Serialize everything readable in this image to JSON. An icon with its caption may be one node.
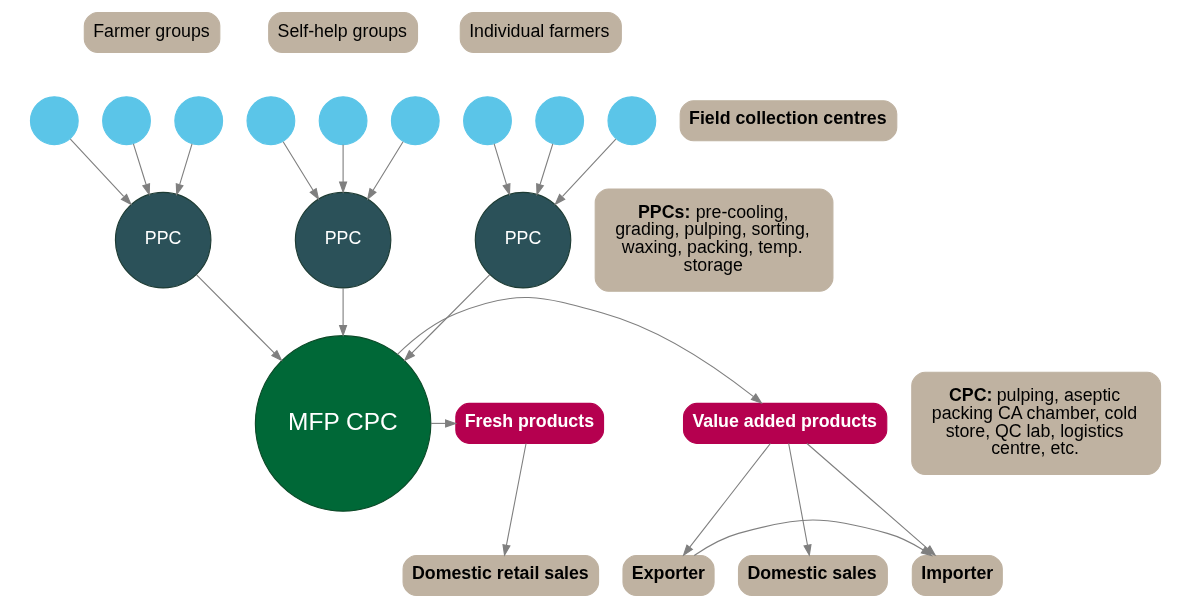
{
  "diagram": {
    "nodes": [
      {
        "text": [
          "Farmer groups"
        ]
      },
      {
        "text": [
          "Self-help groups"
        ]
      },
      {
        "text": [
          "Individual farmers"
        ]
      },
      {
        "text": [],
        "shape": "circle"
      },
      {
        "text": [],
        "shape": "circle"
      },
      {
        "text": [],
        "shape": "circle"
      },
      {
        "text": [],
        "shape": "circle"
      },
      {
        "text": [],
        "shape": "circle"
      },
      {
        "text": [],
        "shape": "circle"
      },
      {
        "text": [],
        "shape": "circle"
      },
      {
        "text": [],
        "shape": "circle"
      },
      {
        "text": [],
        "shape": "circle"
      },
      {
        "text": [
          "Field collection centres"
        ]
      },
      {
        "text": [
          "PPC"
        ]
      },
      {
        "text": [
          "PPC"
        ]
      },
      {
        "text": [
          "PPC"
        ]
      },
      {
        "text": [
          "**PPCs:** pre-cooling, grading, pulping, sorting, waxing, packing, temp. storage"
        ]
      },
      {
        "text": [
          "Importer"
        ]
      },
      {
        "text": [
          "Exporter"
        ]
      },
      {
        "text": [
          "Domestic sales"
        ]
      },
      {
        "text": [
          "Value added products"
        ]
      },
      {
        "text": [
          "MFP CPC"
        ]
      },
      {
        "text": [
          "Fresh products"
        ]
      },
      {
        "text": [
          "**CPC:** pulping, aseptic packing CA chamber, cold store, QC lab, logistics centre, etc."
        ]
      },
      {
        "text": [
          "Domestic retail sales"
        ]
      }
    ],
    "edges": [
      {
        "from": 3,
        "to": 13,
        "arrow": "to"
      },
      {
        "from": 4,
        "to": 13,
        "arrow": "to"
      },
      {
        "from": 5,
        "to": 13,
        "arrow": "to"
      },
      {
        "from": 6,
        "to": 14,
        "arrow": "to"
      },
      {
        "from": 7,
        "to": 14,
        "arrow": "to"
      },
      {
        "from": 8,
        "to": 14,
        "arrow": "to"
      },
      {
        "from": 9,
        "to": 15,
        "arrow": "to"
      },
      {
        "from": 10,
        "to": 15,
        "arrow": "to"
      },
      {
        "from": 11,
        "to": 15,
        "arrow": "to"
      },
      {
        "from": 13,
        "to": 21,
        "arrow": "to"
      },
      {
        "from": 14,
        "to": 21,
        "arrow": "to"
      },
      {
        "from": 15,
        "to": 21,
        "arrow": "to"
      },
      {
        "from": 21,
        "to": 20,
        "arrow": "to"
      },
      {
        "from": 20,
        "to": 17,
        "arrow": "to"
      },
      {
        "from": 20,
        "to": 18,
        "arrow": "to"
      },
      {
        "from": 20,
        "to": 19,
        "arrow": "to"
      },
      {
        "from": 18,
        "to": 17,
        "arrow": "to"
      },
      {
        "from": 21,
        "to": 22,
        "arrow": "to"
      },
      {
        "from": 22,
        "to": 24,
        "arrow": "to"
      }
    ]
  }
}
